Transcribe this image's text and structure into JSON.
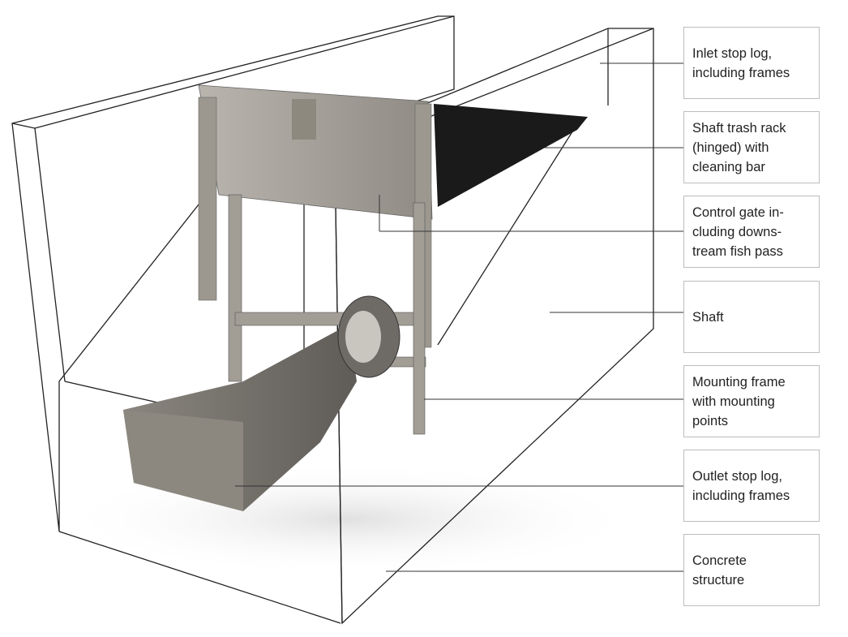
{
  "labels": [
    {
      "id": "inlet-stop-log",
      "lines": [
        "Inlet stop log,",
        "including frames"
      ]
    },
    {
      "id": "shaft-trash-rack",
      "lines": [
        "Shaft trash rack",
        "(hinged) with",
        "cleaning bar"
      ]
    },
    {
      "id": "control-gate",
      "lines": [
        "Control gate in-",
        "cluding downs-",
        "tream fish pass"
      ]
    },
    {
      "id": "shaft",
      "lines": [
        "Shaft"
      ]
    },
    {
      "id": "mounting-frame",
      "lines": [
        "Mounting frame",
        "with mounting",
        "points"
      ]
    },
    {
      "id": "outlet-stop-log",
      "lines": [
        "Outlet stop log,",
        "including frames"
      ]
    },
    {
      "id": "concrete-structure",
      "lines": [
        "Concrete",
        "structure"
      ]
    }
  ],
  "colors": {
    "line": "#333333",
    "steel": "#a8a49d",
    "dark": "#1a1a1a",
    "border": "#bdbdbd"
  }
}
